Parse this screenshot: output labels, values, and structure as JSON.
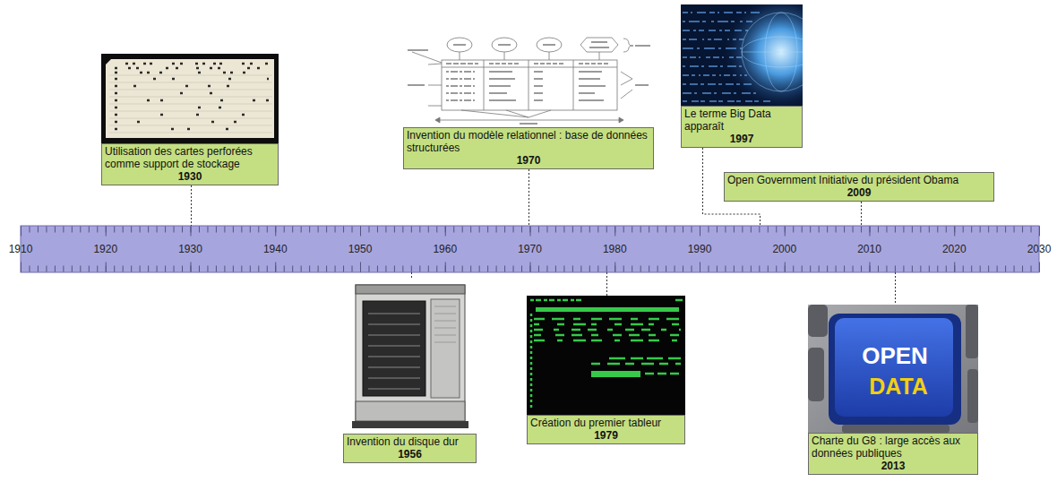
{
  "diagram": {
    "nodes": [
      {
        "text": [
          "Utilisation des cartes perforées comme support de stockage",
          "1930"
        ]
      },
      {
        "text": [
          "Invention du modèle relationnel : base de données structurées",
          "1970"
        ]
      },
      {
        "text": [
          "Le terme Big Data apparaît",
          "1997"
        ]
      },
      {
        "text": [
          "Open Government Initiative du président Obama",
          "2009"
        ]
      },
      {
        "text": [
          "1910",
          "1920",
          "1930",
          "1940",
          "1950",
          "1960",
          "1970",
          "1980",
          "1990",
          "2000",
          "2010",
          "2020",
          "2030"
        ]
      },
      {
        "text": [
          "Invention du disque dur",
          "1956"
        ]
      },
      {
        "text": [
          "Création du premier tableur",
          "1979"
        ]
      },
      {
        "text": [
          "Charte du G8 : large accès aux données publiques",
          "2013"
        ]
      }
    ],
    "edges": [
      {
        "from": 0,
        "to": 4,
        "arrow": "none"
      },
      {
        "from": 1,
        "to": 4,
        "arrow": "none"
      },
      {
        "from": 2,
        "to": 4,
        "arrow": "none"
      },
      {
        "from": 3,
        "to": 4,
        "arrow": "none"
      },
      {
        "from": 4,
        "to": 5,
        "arrow": "none"
      },
      {
        "from": 4,
        "to": 6,
        "arrow": "none"
      },
      {
        "from": 4,
        "to": 7,
        "arrow": "none"
      }
    ],
    "labels": [
      "OPEN",
      "DATA"
    ]
  }
}
